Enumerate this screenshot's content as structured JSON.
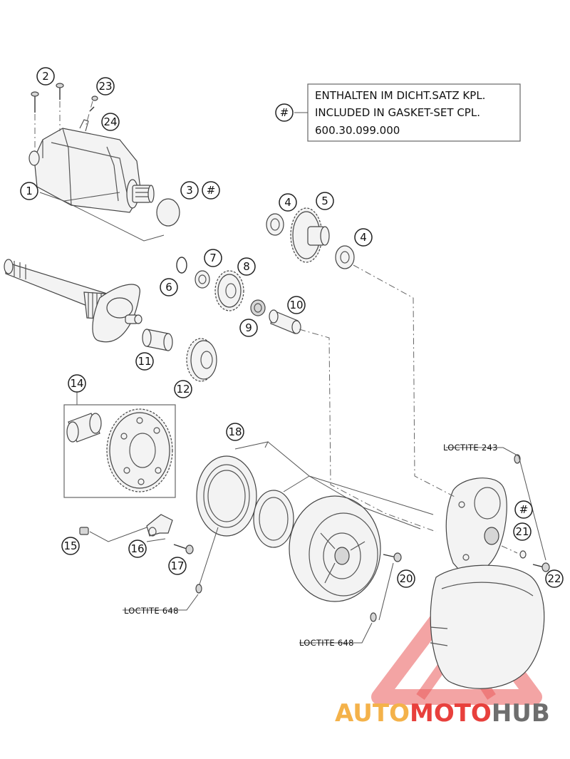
{
  "note": {
    "symbol": "#",
    "line_de": "ENTHALTEN IM DICHT.SATZ KPL.",
    "line_en": "INCLUDED IN GASKET-SET CPL.",
    "part_number": "600.30.099.000"
  },
  "callouts": {
    "c1": "1",
    "c2": "2",
    "c3": "3",
    "c3_mark": "#",
    "c4a": "4",
    "c4b": "4",
    "c5": "5",
    "c6": "6",
    "c7": "7",
    "c8": "8",
    "c9": "9",
    "c10": "10",
    "c11": "11",
    "c12": "12",
    "c14": "14",
    "c15": "15",
    "c16": "16",
    "c17": "17",
    "c18": "18",
    "c20": "20",
    "c21": "21",
    "c21_mark": "#",
    "c22": "22",
    "c23": "23",
    "c24": "24"
  },
  "labels": {
    "loctite_243": "LOCTITE 243",
    "loctite_648_left": "LOCTITE 648",
    "loctite_648_right": "LOCTITE 648"
  },
  "watermark": {
    "part1": "AUTO",
    "part2": "MOTO",
    "part3": "HUB",
    "color_auto": "#f4b24a",
    "color_moto": "#e8403c",
    "color_hub": "#6e6e6e",
    "triangle_color": "#ea5a5a"
  }
}
